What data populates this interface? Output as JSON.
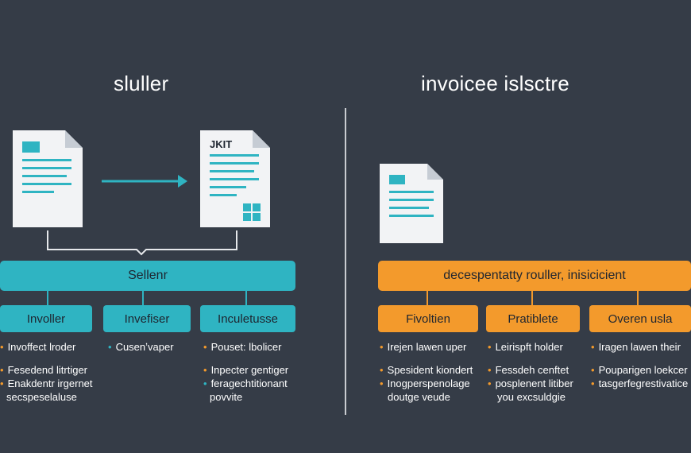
{
  "left": {
    "title": "sluller",
    "doc2_label": "JKIT",
    "bar_label": "Sellenr",
    "boxes": [
      "Involler",
      "Invefiser",
      "Inculetusse"
    ],
    "col1": [
      "Invoffect lroder",
      "Fesedend litrtiger",
      "Enakdentr irgernet",
      "secspeselaluse"
    ],
    "col2": [
      "Cusenʼvaper"
    ],
    "col3": [
      "Pouset: lbolicer",
      "Inpecter gentiger",
      "feragechtitionant",
      "povvite"
    ]
  },
  "right": {
    "title": "invoicee islsctre",
    "bar_label": "decespentatty rouller, inisicicient",
    "boxes": [
      "Fivoltien",
      "Pratiblete",
      "Overen usla"
    ],
    "col1": [
      "Irejen lawen uper",
      "Spesident kiondert",
      "Inogperspenolage",
      "doutge veude"
    ],
    "col2": [
      "Leirispft holder",
      "Fessdeh cenftet",
      "posplenent litiber",
      "you excsuldgie"
    ],
    "col3": [
      "Iragen lawen their",
      "Pouparigen loekcer",
      "tasgerfegrestivatice"
    ]
  },
  "colors": {
    "teal": "#2fb4c2",
    "orange": "#f39a2c",
    "background": "#353c47"
  }
}
